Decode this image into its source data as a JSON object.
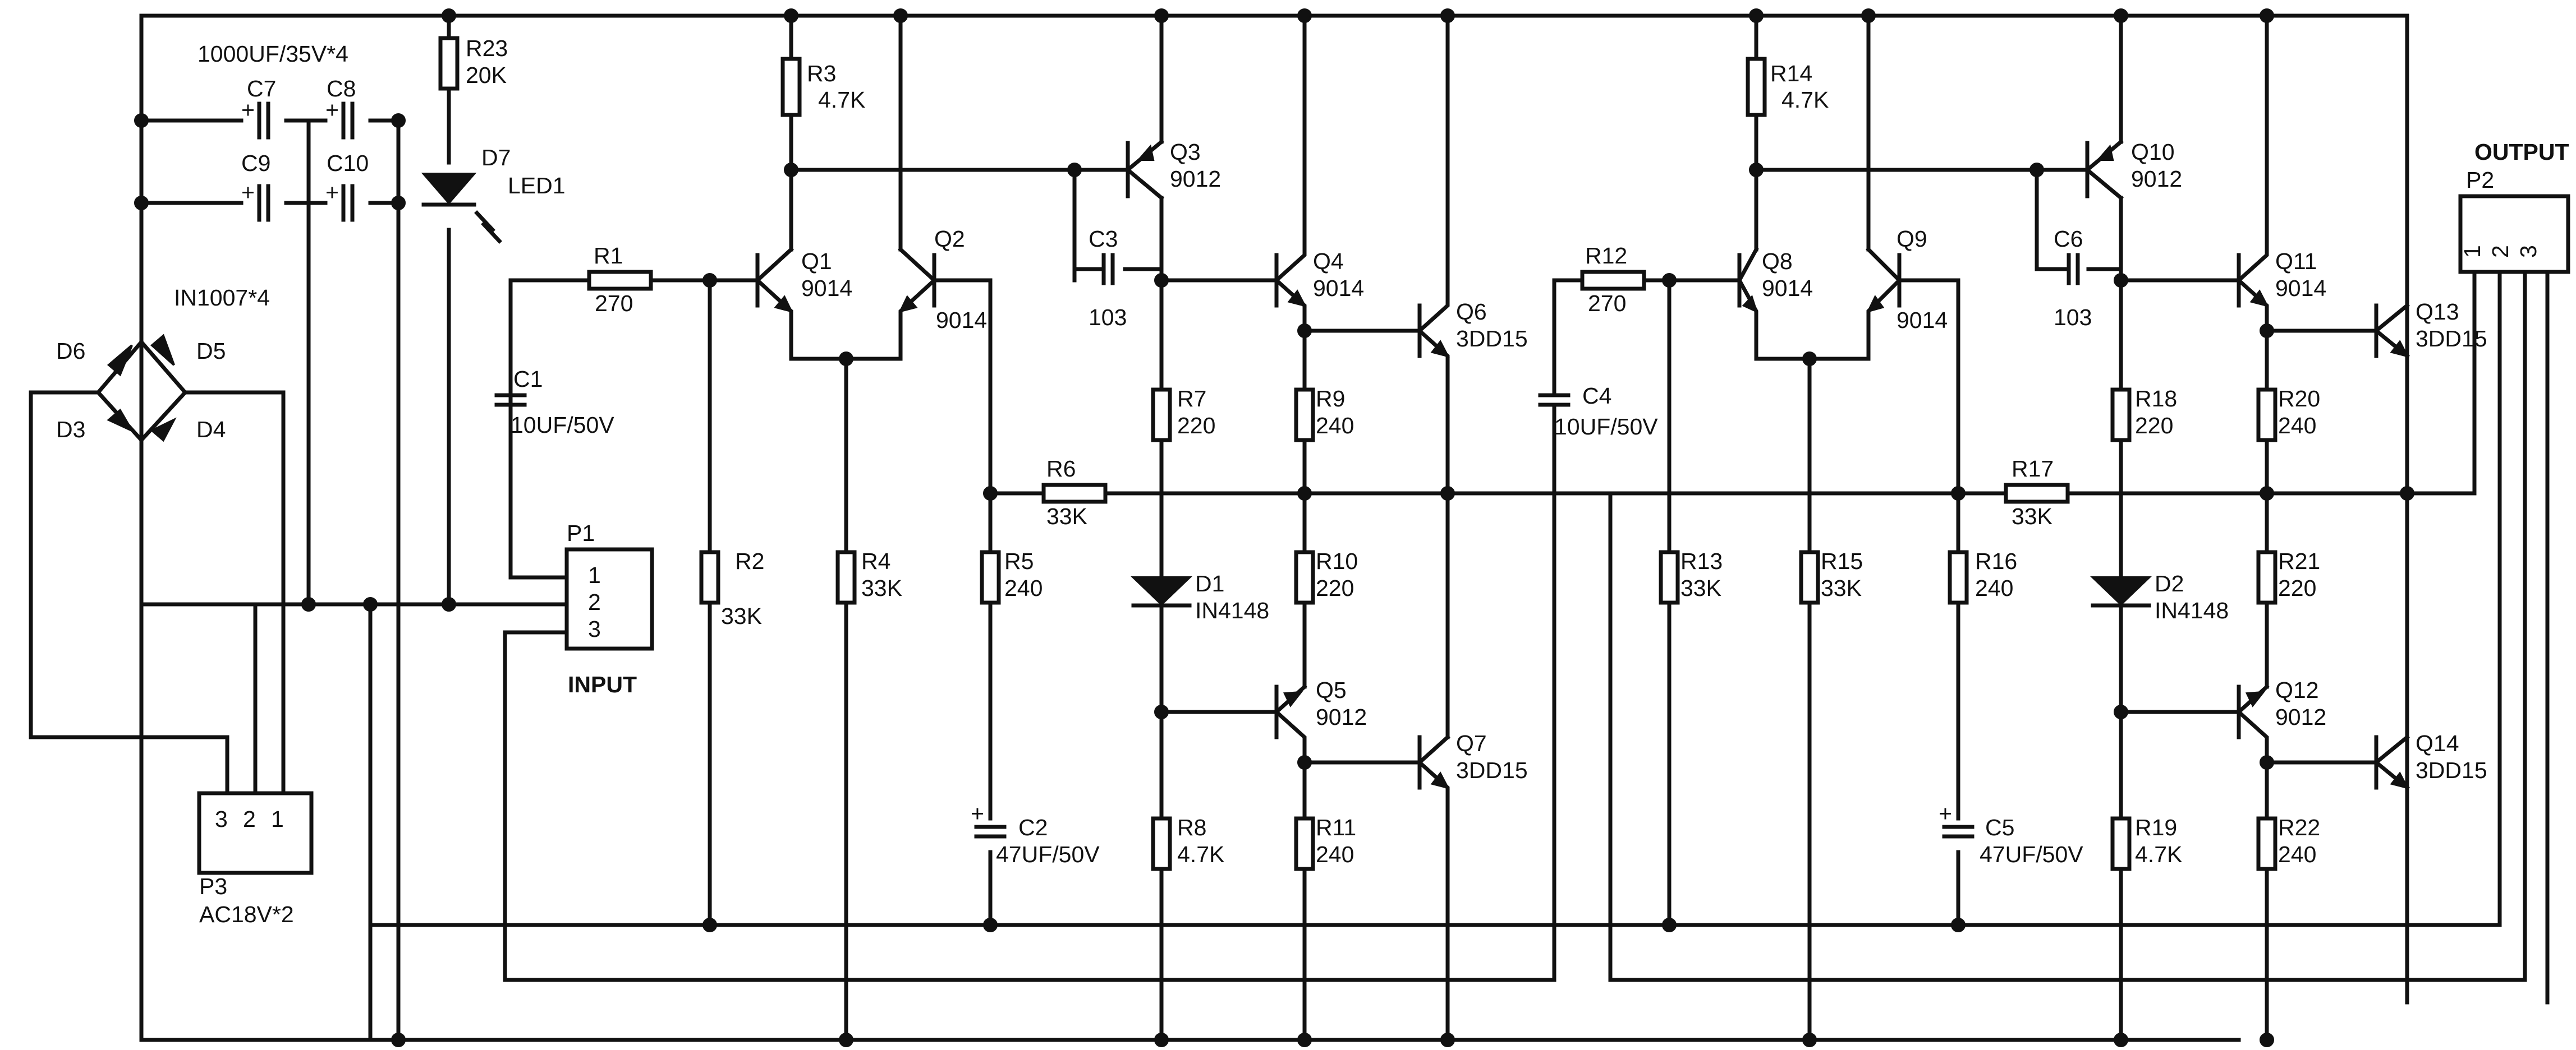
{
  "labels": {
    "caps_spec": "1000UF/35V*4",
    "diodes_spec": "IN1007*4",
    "input_title": "INPUT",
    "output_title": "OUTPUT",
    "c7": "C7",
    "c8": "C8",
    "c9": "C9",
    "c10": "C10",
    "d3": "D3",
    "d4": "D4",
    "d5": "D5",
    "d6": "D6",
    "p3": "P3",
    "p3_spec": "AC18V*2",
    "p3_pins": [
      "3",
      "2",
      "1"
    ],
    "r23": "R23",
    "r23_val": "20K",
    "d7": "D7",
    "d7_val": "LED1",
    "p1": "P1",
    "p1_pins": [
      "1",
      "2",
      "3"
    ],
    "p2": "P2",
    "p2_pins": [
      "1",
      "2",
      "3"
    ],
    "ch1": {
      "r1": "R1",
      "r1_val": "270",
      "c1": "C1",
      "c1_val": "10UF/50V",
      "r2": "R2",
      "r2_val": "33K",
      "r3": "R3",
      "r3_val": "4.7K",
      "q1": "Q1",
      "q1_val": "9014",
      "q2": "Q2",
      "q2_val": "9014",
      "r4": "R4",
      "r4_val": "33K",
      "r5": "R5",
      "r5_val": "240",
      "c2": "C2",
      "c2_val": "47UF/50V",
      "q3": "Q3",
      "q3_val": "9012",
      "c3": "C3",
      "c3_val": "103",
      "r6": "R6",
      "r6_val": "33K",
      "r7": "R7",
      "r7_val": "220",
      "d1": "D1",
      "d1_val": "IN4148",
      "q5": "Q5",
      "q5_val": "9012",
      "r8": "R8",
      "r8_val": "4.7K",
      "q4": "Q4",
      "q4_val": "9014",
      "r9_val": "240",
      "r10": "R10",
      "r10_val": "220",
      "r11": "R11",
      "r11_val": "240",
      "q6": "Q6",
      "q6_val": "3DD15",
      "q7": "Q7",
      "q7_val": "3DD15"
    },
    "ch2": {
      "r12": "R12",
      "r12_val": "270",
      "c4": "C4",
      "c4_val": "10UF/50V",
      "r13": "R13",
      "r13_val": "33K",
      "r14": "R14",
      "r14_val": "4.7K",
      "q8": "Q8",
      "q8_val": "9014",
      "q9": "Q9",
      "q9_val": "9014",
      "r15": "R15",
      "r15_val": "33K",
      "r16": "R16",
      "r16_val": "240",
      "c5": "C5",
      "c5_val": "47UF/50V",
      "q10": "Q10",
      "q10_val": "9012",
      "c6": "C6",
      "c6_val": "103",
      "r17": "R17",
      "r17_val": "33K",
      "r18": "R18",
      "r18_val": "220",
      "d2": "D2",
      "d2_val": "IN4148",
      "q12": "Q12",
      "q12_val": "9012",
      "r19": "R19",
      "r19_val": "4.7K",
      "q11": "Q11",
      "q11_val": "9014",
      "r20": "R20",
      "r20_val": "240",
      "r21": "R21",
      "r21_val": "220",
      "r22": "R22",
      "r22_val": "240",
      "q13": "Q13",
      "q13_val": "3DD15",
      "q14": "Q14",
      "q14_val": "3DD15"
    }
  },
  "colors": {
    "ink": "#111111",
    "paper": "#ffffff"
  }
}
